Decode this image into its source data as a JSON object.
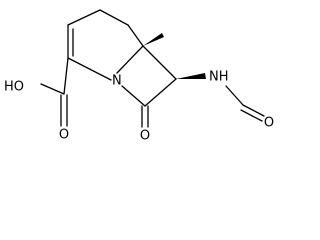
{
  "molecule": {
    "labels": {
      "hydroxyl": "HO",
      "ring_nitrogen": "N",
      "amide_nh": "NH",
      "carboxyl_oxygen": "O",
      "lactam_oxygen": "O",
      "formyl_oxygen": "O"
    },
    "stereo": {
      "bridgehead_hydrogen": "wedge",
      "c7_to_nh": "wedge"
    },
    "color": "#000000"
  }
}
